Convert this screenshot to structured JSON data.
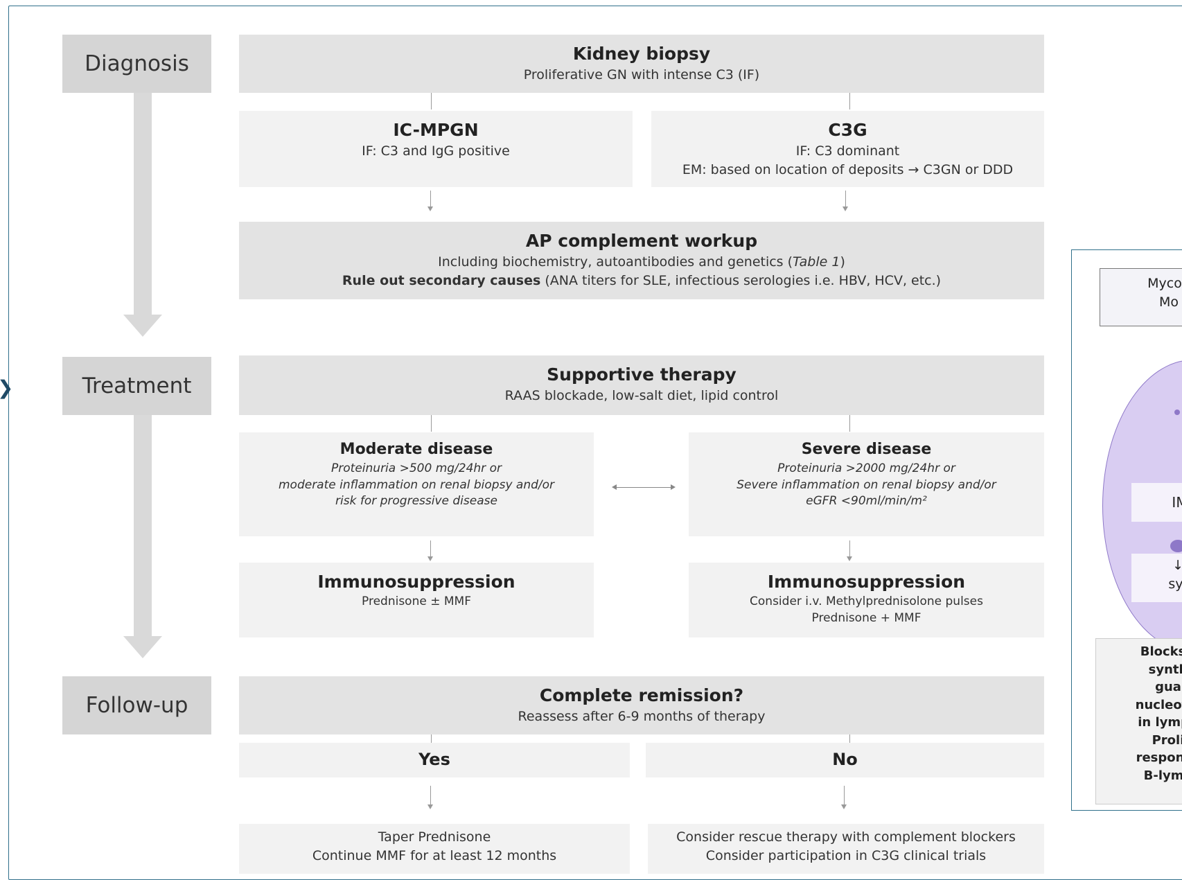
{
  "stages": {
    "diagnosis": "Diagnosis",
    "treatment": "Treatment",
    "followup": "Follow-up"
  },
  "diagnosis": {
    "biopsy": {
      "title": "Kidney biopsy",
      "sub": "Proliferative GN with intense C3 (IF)"
    },
    "icmpgn": {
      "title": "IC-MPGN",
      "sub": "IF: C3 and IgG positive"
    },
    "c3g": {
      "title": "C3G",
      "sub1": "IF: C3 dominant",
      "sub2": "EM: based on location of deposits → C3GN or DDD"
    },
    "workup": {
      "title": "AP complement workup",
      "line1_a": "Including biochemistry, autoantibodies and genetics (",
      "line1_ref": "Table 1",
      "line1_b": ")",
      "line2_bold": "Rule out secondary causes",
      "line2_rest": " (ANA titers for SLE, infectious serologies i.e. HBV, HCV, etc.)"
    }
  },
  "treatment": {
    "supportive": {
      "title": "Supportive therapy",
      "sub": "RAAS blockade, low-salt diet, lipid control"
    },
    "moderate": {
      "title": "Moderate disease",
      "l1": "Proteinuria >500 mg/24hr or",
      "l2": "moderate inflammation on renal biopsy and/or",
      "l3": "risk for progressive disease"
    },
    "severe": {
      "title": "Severe disease",
      "l1": "Proteinuria >2000 mg/24hr or",
      "l2": "Severe inflammation on renal biopsy and/or",
      "l3": "eGFR <90ml/min/m²"
    },
    "immuno_mod": {
      "title": "Immunosuppression",
      "sub": "Prednisone ± MMF"
    },
    "immuno_sev": {
      "title": "Immunosuppression",
      "sub1": "Consider i.v. Methylprednisolone pulses",
      "sub2": "Prednisone + MMF"
    }
  },
  "followup": {
    "remission": {
      "title": "Complete remission?",
      "sub": "Reassess after 6-9 months of therapy"
    },
    "yes": "Yes",
    "no": "No",
    "yes_action": {
      "l1": "Taper Prednisone",
      "l2": "Continue MMF for at least 12 months"
    },
    "no_action": {
      "l1": "Consider rescue therapy with complement blockers",
      "l2": "Consider participation in C3G clinical trials"
    }
  },
  "right_panel": {
    "drug_l1": "Mycop",
    "drug_l2": "Mo",
    "cell_label": "IM",
    "cell_label2_l1": "↓I",
    "cell_label2_l2": "syn",
    "desc": [
      "Blocks t",
      "synth",
      "gua",
      "nucleotid",
      "in lymph",
      "Proli",
      "response",
      "B-lymp"
    ]
  },
  "colors": {
    "frame": "#2f6f8a",
    "stage_bg": "#d5d5d5",
    "box_dark": "#e3e3e3",
    "box_light": "#f2f2f2",
    "cell": "#d9cdf2"
  }
}
